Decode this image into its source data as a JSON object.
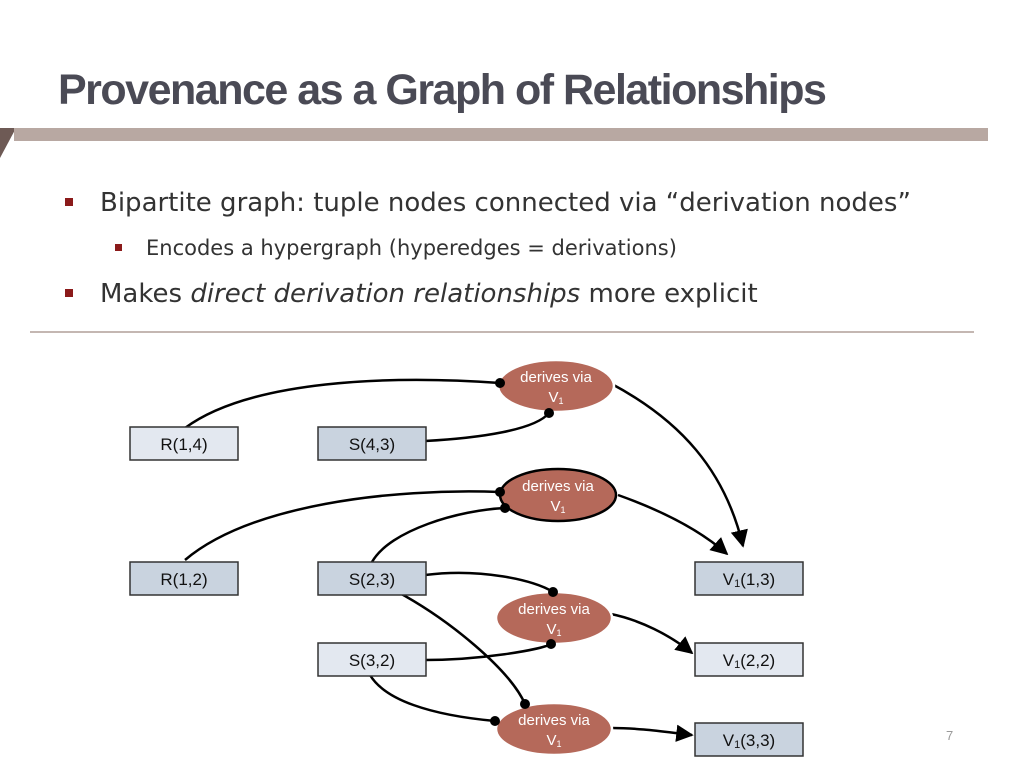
{
  "title": "Provenance as a Graph of Relationships",
  "bullets": {
    "b1": "Bipartite graph:  tuple nodes connected via “derivation nodes”",
    "b2": "Encodes a hypergraph (hyperedges = derivations)",
    "b3_pre": "Makes ",
    "b3_em": "direct derivation relationships",
    "b3_post": " more explicit"
  },
  "colors": {
    "accent_bar": "#b8a8a2",
    "bullet_marker": "#8b1a1a",
    "derivation_node": "#b5695a",
    "tuple_node_dark": "#c9d3df",
    "tuple_node_light": "#e3e8f0"
  },
  "tuples": {
    "r14": "R(1,4)",
    "s43": "S(4,3)",
    "r12": "R(1,2)",
    "s23": "S(2,3)",
    "s32": "S(3,2)",
    "v13_a": "V",
    "v13_sub": "1",
    "v13_b": "(1,3)",
    "v22_a": "V",
    "v22_sub": "1",
    "v22_b": "(2,2)",
    "v33_a": "V",
    "v33_sub": "1",
    "v33_b": "(3,3)"
  },
  "derivations": [
    {
      "line1": "derives via",
      "line2": "V",
      "sub": "1"
    },
    {
      "line1": "derives via",
      "line2": "V",
      "sub": "1"
    },
    {
      "line1": "derives via",
      "line2": "V",
      "sub": "1"
    },
    {
      "line1": "derives via",
      "line2": "V",
      "sub": "1"
    }
  ],
  "page_number": "7"
}
